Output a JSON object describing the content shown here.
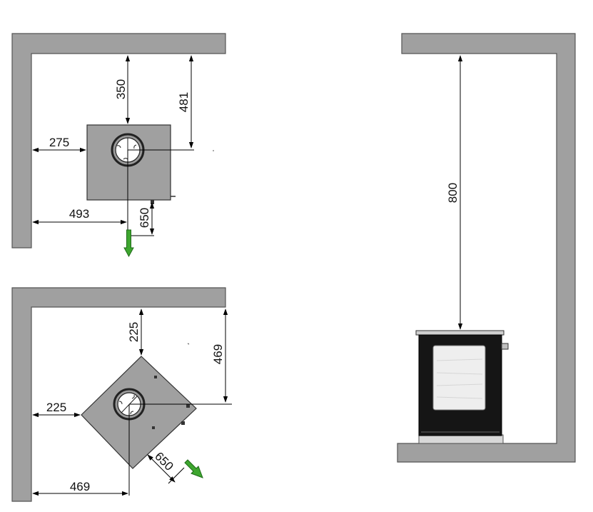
{
  "views": {
    "corner_parallel": {
      "dim_back_wall": "350",
      "dim_back_wall_to_flue": "481",
      "dim_side_wall": "275",
      "dim_side_to_flue": "493",
      "dim_front": "650"
    },
    "corner_diagonal": {
      "dim_back_wall": "225",
      "dim_back_wall_to_flue": "469",
      "dim_side_wall": "225",
      "dim_side_to_flue": "469",
      "dim_front": "650"
    },
    "elevation": {
      "dim_height_above": "800"
    }
  },
  "colors": {
    "wall": "#a0a0a0",
    "stove_body": "#151515",
    "front_arrow": "#3ea62f"
  }
}
